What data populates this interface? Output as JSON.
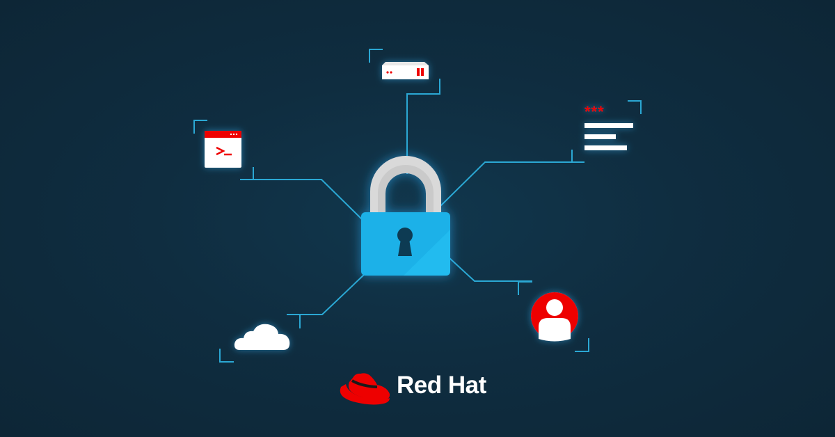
{
  "brand": {
    "name": "Red Hat",
    "logo_icon": "red-fedora-hat-icon",
    "logo_color": "#ee0000"
  },
  "colors": {
    "background": "#0f2d40",
    "connector_line": "#2ba8d4",
    "lock_body": "#1ab1e8",
    "lock_shackle": "#d9d9d9",
    "accent_red": "#ee0000",
    "icon_white": "#ffffff"
  },
  "center": {
    "icon": "padlock-icon"
  },
  "nodes": [
    {
      "id": "server",
      "icon": "server-appliance-icon"
    },
    {
      "id": "terminal",
      "icon": "terminal-window-icon",
      "glyph": ">_"
    },
    {
      "id": "password",
      "icon": "password-form-icon",
      "glyph": "***"
    },
    {
      "id": "user",
      "icon": "user-avatar-icon"
    },
    {
      "id": "cloud",
      "icon": "cloud-icon"
    }
  ]
}
